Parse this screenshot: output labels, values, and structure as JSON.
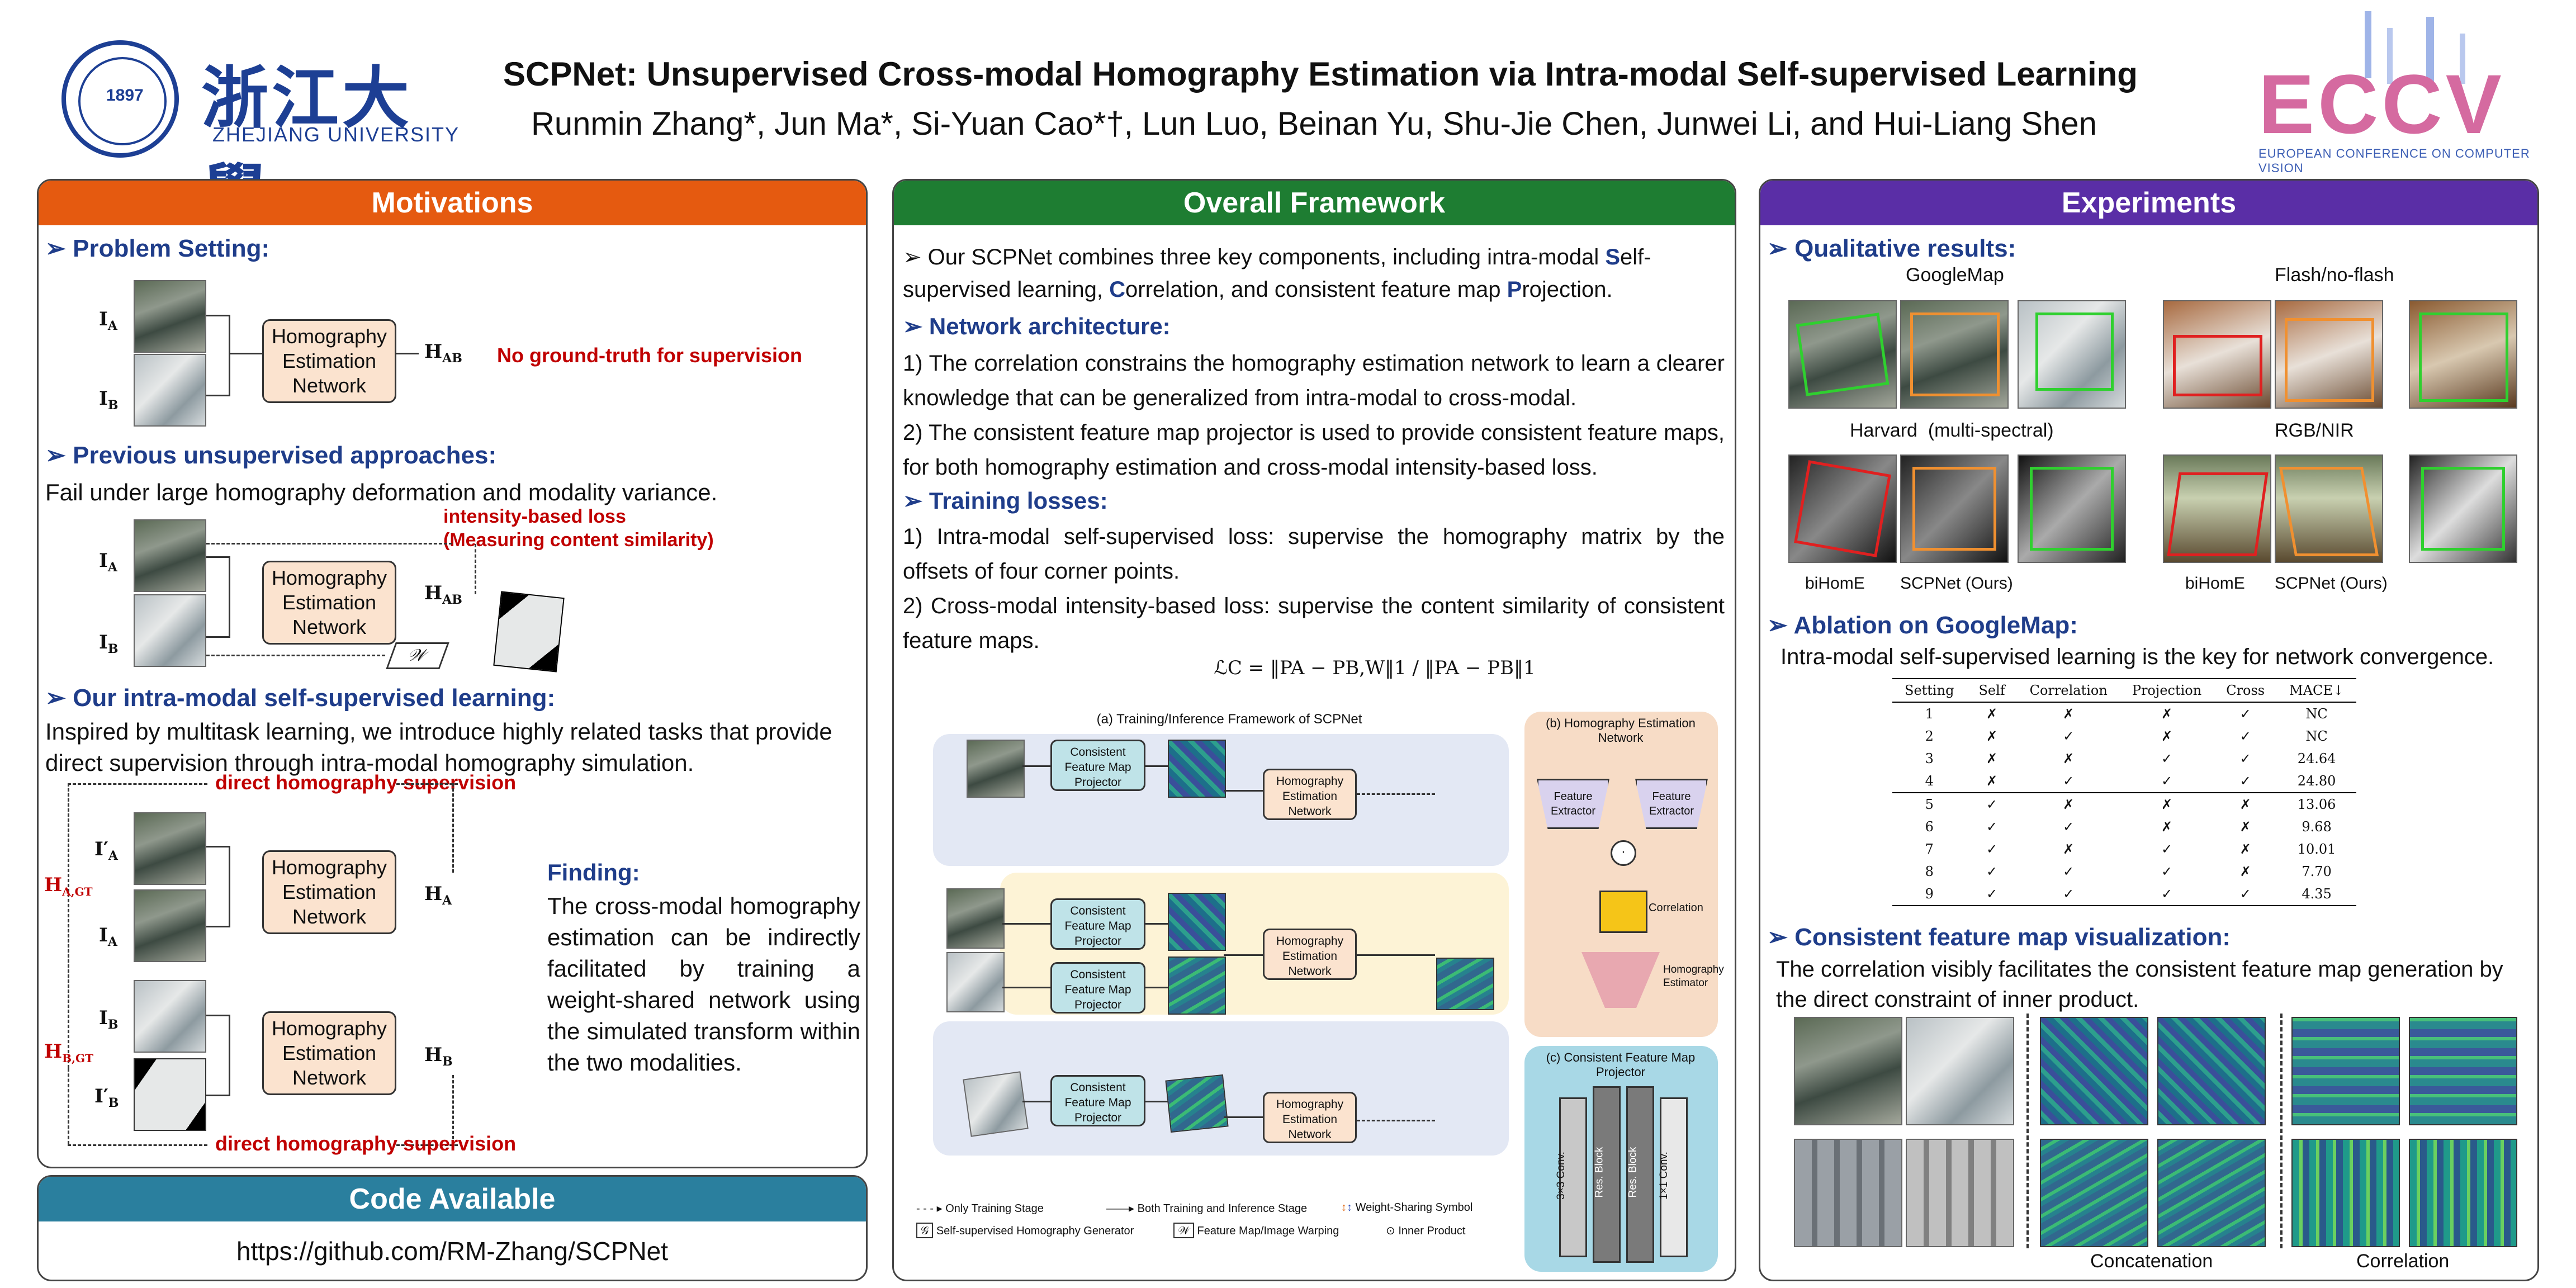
{
  "header": {
    "university_name": "ZHEJIANG UNIVERSITY",
    "title": "SCPNet: Unsupervised Cross-modal Homography Estimation via Intra-modal Self-supervised Learning",
    "authors": "Runmin Zhang*, Jun Ma*, Si-Yuan Cao*†, Lun Luo, Beinan Yu, Shu-Jie Chen, Junwei Li, and Hui-Liang Shen",
    "conference_logo_text": "ECCV",
    "conference_name": "EUROPEAN CONFERENCE ON COMPUTER VISION"
  },
  "colors": {
    "motivations": "#e55a10",
    "framework": "#1e7d32",
    "experiments": "#5a2ea6",
    "code": "#2a7f9e",
    "bullet": "#1f3d8a",
    "highlight": "#c00000"
  },
  "motivations": {
    "heading": "Motivations",
    "problem_setting": "Problem Setting:",
    "hbox_label": "Homography Estimation Network",
    "no_gt": "No ground-truth for supervision",
    "prev_title": "Previous unsupervised approaches:",
    "prev_text": "Fail under large homography deformation and modality variance.",
    "intensity_loss": "intensity-based loss",
    "measuring": "(Measuring content similarity)",
    "ours_title": "Our intra-modal self-supervised learning:",
    "ours_text": "Inspired by multitask learning, we introduce highly related tasks that provide direct supervision through intra-modal homography simulation.",
    "direct_sup": "direct homography supervision",
    "finding_title": "Finding:",
    "finding_text": "The cross-modal homography estimation can be indirectly facilitated by training a weight-shared network using the simulated transform within the two modalities.",
    "labels": {
      "IA": "I",
      "IB": "I",
      "HAB": "H",
      "HA": "H",
      "HB": "H",
      "HAGT": "H",
      "HBGT": "H",
      "W": "𝒲"
    }
  },
  "code": {
    "heading": "Code Available",
    "url": "https://github.com/RM-Zhang/SCPNet"
  },
  "framework": {
    "heading": "Overall Framework",
    "intro_pre": "Our SCPNet combines three key components, including intra-modal ",
    "intro_S": "S",
    "intro_mid1": "elf-supervised learning, ",
    "intro_C": "C",
    "intro_mid2": "orrelation, and consistent feature map ",
    "intro_P": "P",
    "intro_end": "rojection.",
    "arch_title": "Network architecture:",
    "arch_1": "1) The correlation constrains the homography estimation network to learn a clearer knowledge that can be generalized from intra-modal to cross-modal.",
    "arch_2": "2) The consistent feature map projector is used to provide consistent feature maps, for both homography estimation and cross-modal intensity-based loss.",
    "loss_title": "Training losses:",
    "loss_1": "1) Intra-modal self-supervised loss: supervise the homography matrix by the offsets of four corner points.",
    "loss_2": "2) Cross-modal intensity-based loss: supervise the content similarity of consistent feature maps.",
    "formula": "ℒC = ‖PA − PB,W‖1 / ‖PA − PB‖1",
    "diagram": {
      "title_a": "(a) Training/Inference Framework of SCPNet",
      "title_b": "(b) Homography Estimation Network",
      "title_c": "(c) Consistent Feature Map Projector",
      "projector": "Consistent Feature Map Projector",
      "hnet": "Homography Estimation Network",
      "feat_ext": "Feature Extractor",
      "correlation": "Correlation",
      "h_estimator": "Homography Estimator",
      "conv3": "3×3 Conv.",
      "res1": "Res. Block",
      "res2": "Res. Block",
      "conv1": "1×1 Conv.",
      "legend_only_train": "Only Training Stage",
      "legend_both": "Both Training and Inference Stage",
      "legend_ws": "Weight-Sharing Symbol",
      "legend_gen": "Self-supervised Homography Generator",
      "legend_warp": "Feature Map/Image Warping",
      "legend_inner": "Inner Product"
    }
  },
  "experiments": {
    "heading": "Experiments",
    "qual_title": "Qualitative results:",
    "ds_googlemap": "GoogleMap",
    "ds_flash": "Flash/no-flash",
    "ds_harvard": "Harvard  (multi-spectral)",
    "ds_rgbnir": "RGB/NIR",
    "cap_bihome1": "biHomE",
    "cap_ours1": "SCPNet (Ours)",
    "cap_bihome2": "biHomE",
    "cap_ours2": "SCPNet (Ours)",
    "abl_title": "Ablation on GoogleMap:",
    "abl_text": "Intra-modal self-supervised learning is the key for network convergence.",
    "table": {
      "headers": [
        "Setting",
        "Self",
        "Correlation",
        "Projection",
        "Cross",
        "MACE↓"
      ],
      "rows": [
        [
          "1",
          "✗",
          "✗",
          "✗",
          "✓",
          "NC"
        ],
        [
          "2",
          "✗",
          "✓",
          "✗",
          "✓",
          "NC"
        ],
        [
          "3",
          "✗",
          "✗",
          "✓",
          "✓",
          "24.64"
        ],
        [
          "4",
          "✗",
          "✓",
          "✓",
          "✓",
          "24.80"
        ],
        [
          "5",
          "✓",
          "✗",
          "✗",
          "✗",
          "13.06"
        ],
        [
          "6",
          "✓",
          "✓",
          "✗",
          "✗",
          "9.68"
        ],
        [
          "7",
          "✓",
          "✗",
          "✓",
          "✗",
          "10.01"
        ],
        [
          "8",
          "✓",
          "✓",
          "✓",
          "✗",
          "7.70"
        ],
        [
          "9",
          "✓",
          "✓",
          "✓",
          "✓",
          "4.35"
        ]
      ]
    },
    "vis_title": "Consistent feature map visualization:",
    "vis_text": "The correlation visibly facilitates the consistent feature map generation by the direct constraint of inner product.",
    "cap_concat": "Concatenation",
    "cap_corr": "Correlation"
  }
}
